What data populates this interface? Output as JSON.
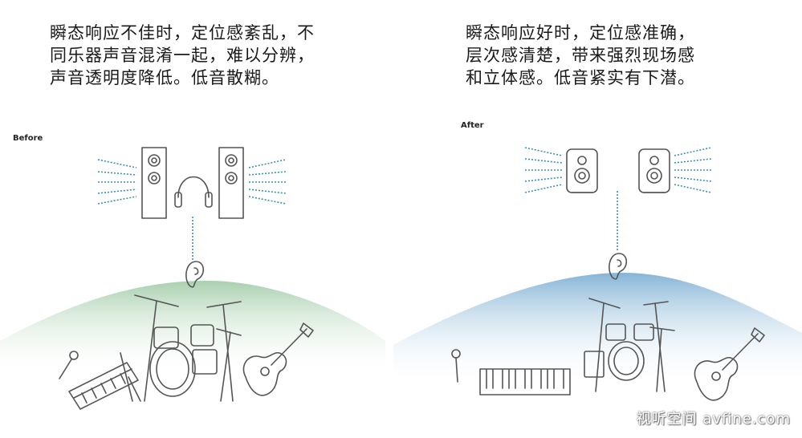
{
  "left": {
    "caption_lines": [
      "瞬态响应不佳时，定位感紊乱，不",
      "同乐器声音混淆一起，难以分辨，",
      "声音透明度降低。低音散糊。"
    ],
    "label": "Before",
    "hill_color": "#a9cfae"
  },
  "right": {
    "caption_lines": [
      "瞬态响应好时，定位感准确，",
      "层次感清楚，带来强烈现场感",
      "和立体感。低音紧实有下潜。"
    ],
    "label": "After",
    "hill_color": "#8db7d6"
  },
  "watermark": "视听空间 avfine.com",
  "icons": [
    "tower-speaker-icon",
    "headphones-icon",
    "studio-monitor-icon",
    "ear-icon",
    "drum-kit-icon",
    "microphone-icon",
    "keyboard-icon",
    "acoustic-guitar-icon"
  ],
  "colors": {
    "line": "#555555",
    "dots": "#3a8fb0"
  }
}
